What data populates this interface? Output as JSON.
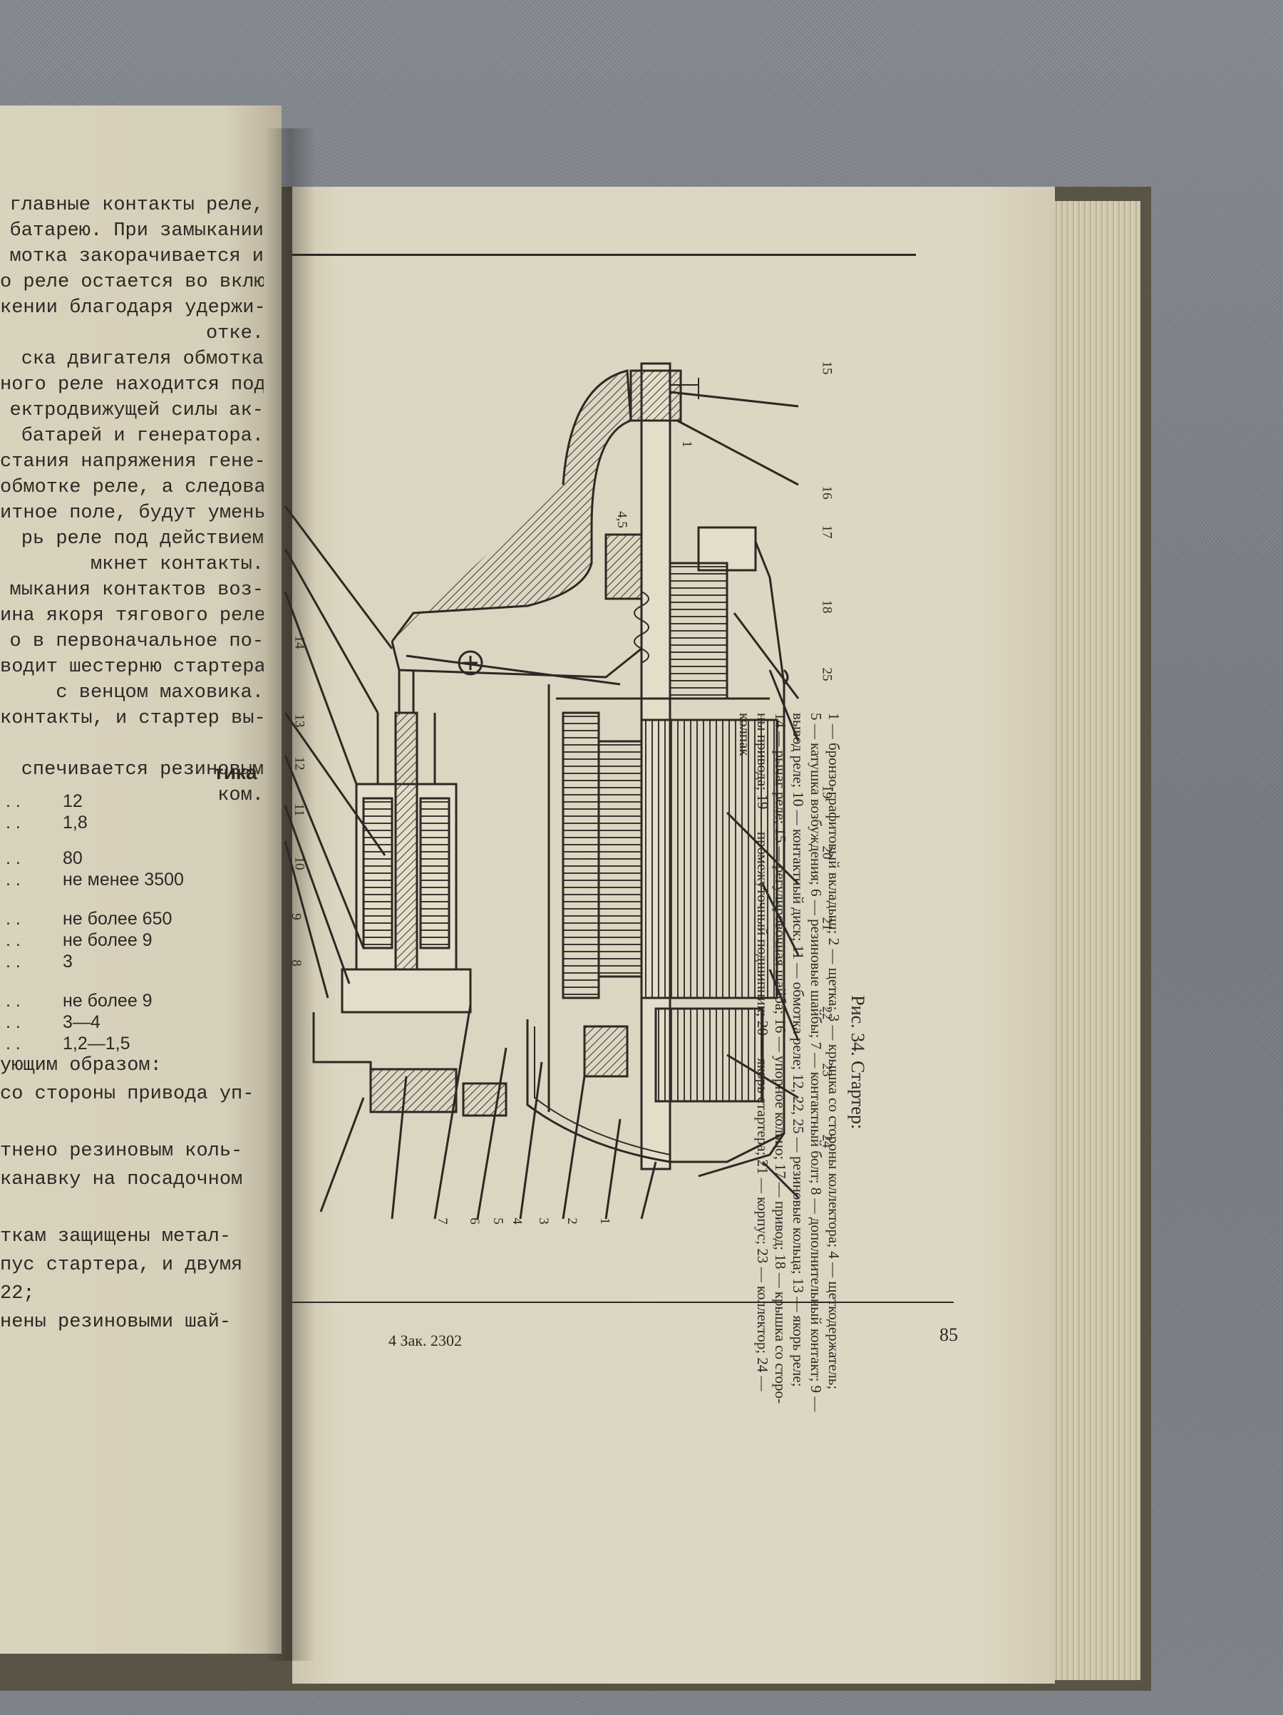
{
  "left_page": {
    "body_lines": [
      "главные контакты реле,",
      "батарею. При замыкании",
      "мотка закорачивается и",
      "о реле остается во вклю-",
      "кении благодаря удержи-",
      "отке.",
      "ска двигателя обмотка",
      "ного реле находится под",
      "ектродвижущей силы ак-",
      "батарей и генератора.",
      "стания напряжения гене-",
      "обмотке реле, а следова-",
      "итное поле, будут умень-",
      "рь реле под действием",
      "мкнет контакты.",
      "мыкания контактов воз-",
      "ина якоря тягового реле",
      "о в первоначальное по-",
      "водит шестерню стартера",
      "с венцом маховика.",
      "контакты, и стартер вы-",
      "",
      "спечивается резиновым",
      "ком."
    ],
    "section_heading": "тика",
    "spec_values": [
      "12",
      "1,8",
      "80",
      "не менее 3500",
      "не более 650",
      "не более 9",
      "3",
      "не более 9",
      "3—4",
      "1,2—1,5"
    ],
    "lower_lines": [
      "ующим образом:",
      "со стороны привода уп-",
      "",
      "тнено резиновым коль-",
      "канавку на посадочном",
      "",
      "ткам защищены метал-",
      "пус стартера, и двумя",
      "22;",
      "нены резиновыми шай-"
    ]
  },
  "right_page": {
    "figure_title": "Рис. 34. Стартер:",
    "legend_lines": [
      "1 — бронзо-графитовый вкладыш; 2 — щетка; 3 — крышка со стороны коллектора; 4 — щеткодержатель;",
      "5 — катушка возбуждения; 6 — резиновые шайбы; 7 — контактный болт; 8 — дополнительный контакт; 9 —",
      "вывод реле; 10 — контактный диск; 11 — обмотка реле; 12, 22, 25 — резиновые кольца; 13 — якорь реле;",
      "14 — рычаг реле; 15 — регулировочная шайба; 16 — упорное кольцо; 17 — привод; 18 — крышка со сторо-",
      "ны привода; 19 — промежуточный подшипник; 20 — якорь стартера; 21 — корпус; 23 — коллектор; 24 —",
      "колпак"
    ],
    "callouts": [
      "1",
      "2",
      "3",
      "4",
      "5",
      "6",
      "7",
      "8",
      "9",
      "10",
      "11",
      "12",
      "13",
      "14",
      "15",
      "16",
      "17",
      "18",
      "19",
      "20",
      "21",
      "22",
      "23",
      "24",
      "25"
    ],
    "dimension_label": "4,5",
    "dimension_label_small": "1",
    "footer_left": "4 Зак. 2302",
    "page_number": "85"
  },
  "colors": {
    "paper": "#ddd6c2",
    "ink": "#2b2925",
    "cloth": "#7d8187",
    "cover": "#5a5446"
  }
}
